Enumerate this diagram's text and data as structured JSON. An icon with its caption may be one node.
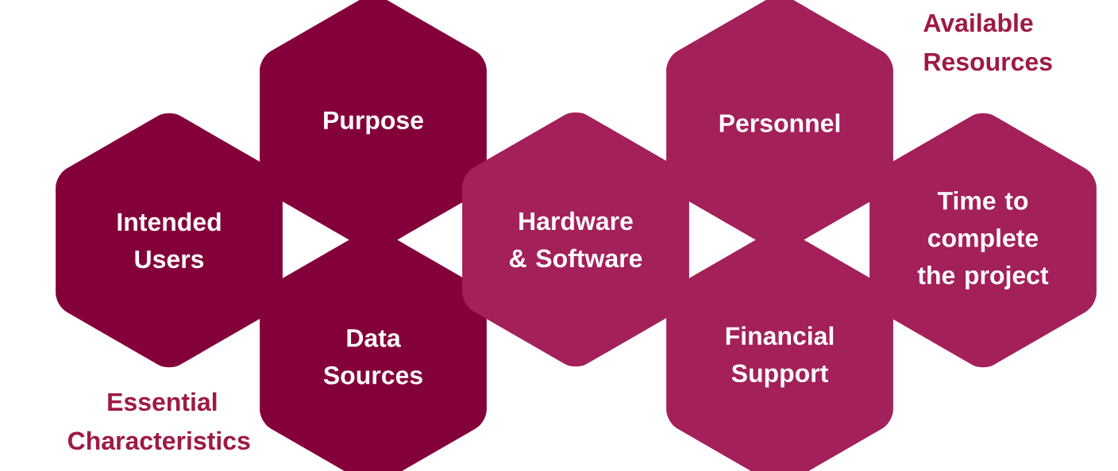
{
  "diagram": {
    "nodes": [
      {
        "text": [
          "Intended Users"
        ]
      },
      {
        "text": [
          "Purpose"
        ]
      },
      {
        "text": [
          "Data Sources"
        ]
      },
      {
        "text": [
          "Hardware & Software"
        ]
      },
      {
        "text": [
          "Personnel"
        ]
      },
      {
        "text": [
          "Financial Support"
        ]
      },
      {
        "text": [
          "Time to complete the project"
        ]
      }
    ],
    "labels": [
      "Available Resources",
      "Essential Characteristics"
    ]
  }
}
